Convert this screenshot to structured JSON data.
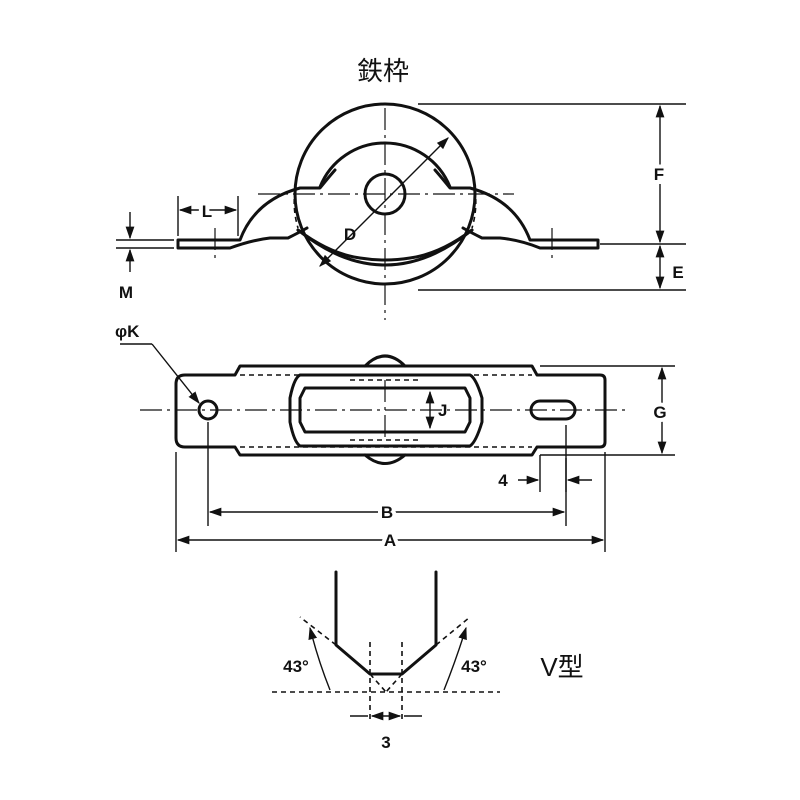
{
  "title": "鉄枠",
  "v_type_label": "V型",
  "dims": {
    "A": "A",
    "B": "B",
    "D": "D",
    "E": "E",
    "F": "F",
    "G": "G",
    "J": "J",
    "L": "L",
    "M": "M",
    "K": "φK",
    "slot": "4",
    "groove_width": "3"
  },
  "groove_angle_left": "43°",
  "groove_angle_right": "43°"
}
